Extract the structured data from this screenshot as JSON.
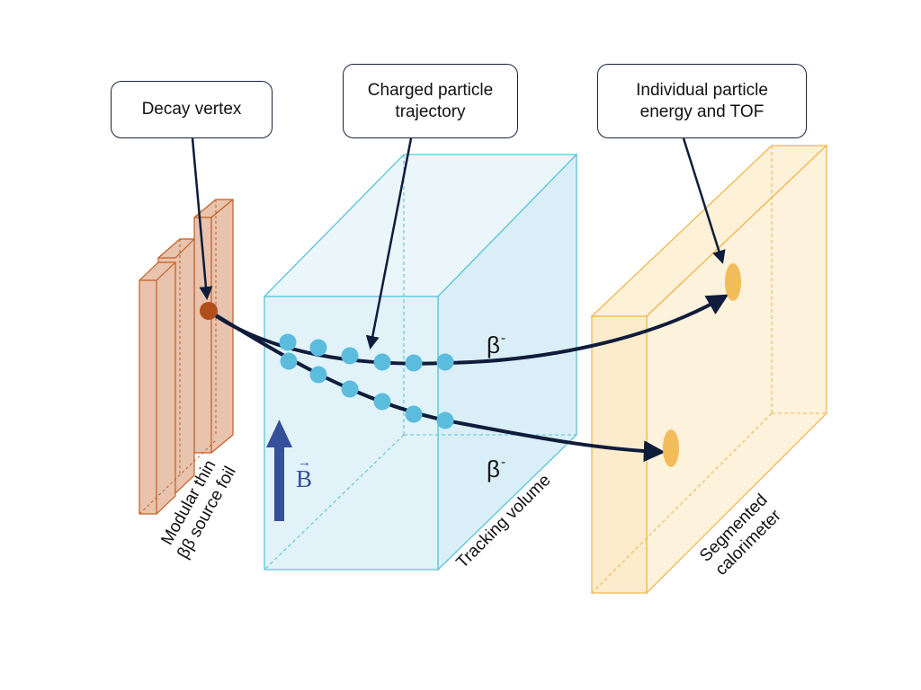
{
  "callouts": {
    "decay_vertex": "Decay vertex",
    "trajectory_line1": "Charged particle",
    "trajectory_line2": "trajectory",
    "calorimeter_line1": "Individual particle",
    "calorimeter_line2": "energy and TOF"
  },
  "labels": {
    "foil_line1": "Modular thin",
    "foil_line2": "ββ source foil",
    "tracking": "Tracking volume",
    "calo_line1": "Segmented",
    "calo_line2": "calorimeter",
    "beta_symbol": "β",
    "beta_charge": "-",
    "field_symbol": "B",
    "field_arrow": "→"
  },
  "colors": {
    "foil_fill": "#e8c3ad",
    "foil_stroke": "#c25e22",
    "vertex": "#b14f1a",
    "tracker_fill": "#e2f2f9",
    "tracker_stroke": "#5cc4d8",
    "hit": "#5bbcde",
    "calo_fill": "#fdf2dc",
    "calo_stroke": "#f0b850",
    "calo_hit": "#f3bc5a",
    "track": "#0f1c3b",
    "field_arrow": "#34509a"
  }
}
